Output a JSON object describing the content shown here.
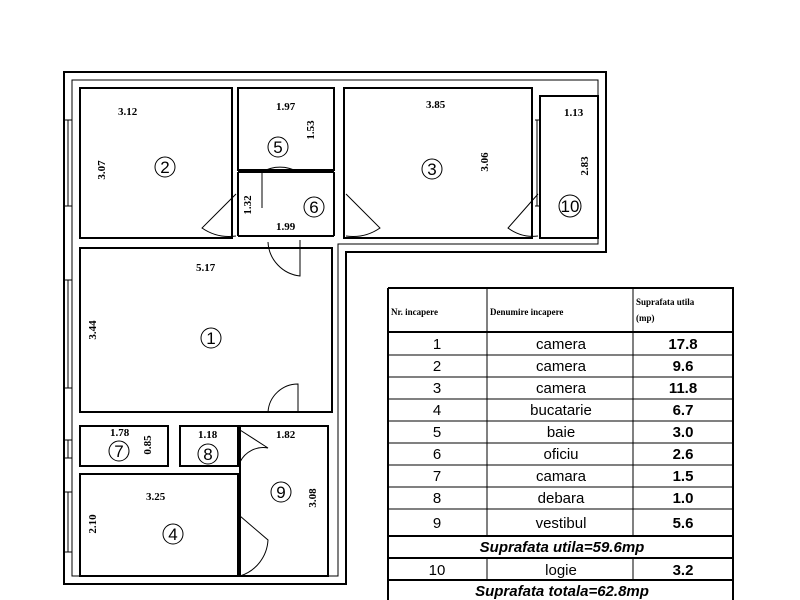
{
  "rooms": [
    {
      "num": "1"
    },
    {
      "num": "2"
    },
    {
      "num": "3"
    },
    {
      "num": "4"
    },
    {
      "num": "5"
    },
    {
      "num": "6"
    },
    {
      "num": "7"
    },
    {
      "num": "8"
    },
    {
      "num": "9"
    },
    {
      "num": "10"
    }
  ],
  "dimensions": {
    "r2_w": "3.12",
    "r2_h": "3.07",
    "r5_w": "1.97",
    "r5_h": "1.53",
    "r3_w": "3.85",
    "r3_h": "3.06",
    "r10_w": "1.13",
    "r10_h": "2.83",
    "r6_h": "1.32",
    "r6_w": "1.99",
    "r1_w": "5.17",
    "r1_h": "3.44",
    "r7_w": "1.78",
    "r7_h": "0.85",
    "r8_w": "1.18",
    "r9_w": "1.82",
    "r9_h": "3.08",
    "r4_w": "3.25",
    "r4_h": "2.10"
  },
  "table": {
    "headers": [
      "Nr. incapere",
      "Denumire incapere",
      "Suprafata utila",
      "(mp)"
    ],
    "rows": [
      {
        "nr": "1",
        "name": "camera",
        "area": "17.8"
      },
      {
        "nr": "2",
        "name": "camera",
        "area": "9.6"
      },
      {
        "nr": "3",
        "name": "camera",
        "area": "11.8"
      },
      {
        "nr": "4",
        "name": "bucatarie",
        "area": "6.7"
      },
      {
        "nr": "5",
        "name": "baie",
        "area": "3.0"
      },
      {
        "nr": "6",
        "name": "oficiu",
        "area": "2.6"
      },
      {
        "nr": "7",
        "name": "camara",
        "area": "1.5"
      },
      {
        "nr": "8",
        "name": "debara",
        "area": "1.0"
      },
      {
        "nr": "9",
        "name": "vestibul",
        "area": "5.6"
      }
    ],
    "summary_util": "Suprafata utila=59.6mp",
    "row10": {
      "nr": "10",
      "name": "logie",
      "area": "3.2"
    },
    "summary_total": "Suprafata totala=62.8mp"
  }
}
